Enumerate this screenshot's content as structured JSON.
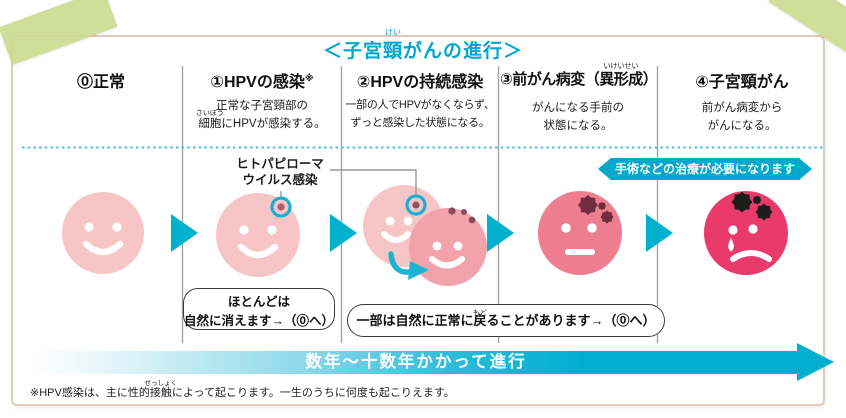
{
  "title": {
    "pre": "＜子宮",
    "ruby_base": "頸",
    "ruby_text": "けい",
    "post": "がんの進行＞"
  },
  "stages": [
    {
      "label": "⓪正常"
    },
    {
      "label": "①HPVの感染",
      "label_note": "※",
      "desc_pre": "正常な子宮頸部の",
      "desc_ruby_base": "細胞",
      "desc_ruby_text": "さいぼう",
      "desc_post": "にHPVが感染する。"
    },
    {
      "label": "②HPVの持続感染",
      "desc_line1": "一部の人でHPVがなくならず、",
      "desc_line2": "ずっと感染した状態になる。"
    },
    {
      "label_pre": "③前がん病変（",
      "label_ruby_base": "異形成",
      "label_ruby_text": "いけいせい",
      "label_post": "）",
      "desc_line1": "がんになる手前の",
      "desc_line2": "状態になる。"
    },
    {
      "label": "④子宮頸がん",
      "desc_line1": "前がん病変から",
      "desc_line2": "がんになる。"
    }
  ],
  "hpv_label": {
    "line1": "ヒトパピローマ",
    "line2": "ウイルス感染"
  },
  "banner": {
    "text": "手術などの治療が必要になります"
  },
  "bubble1": {
    "line1": "ほとんどは",
    "line2": "自然に消えます→（⓪へ）"
  },
  "bubble2": {
    "pre": "一部は自然に正常に",
    "ruby_base": "戻",
    "ruby_text": "もど",
    "post": "ることがあります→（⓪へ）"
  },
  "timeline": {
    "text": "数年〜十数年かかって進行"
  },
  "footnote": {
    "pre": "※HPV感染は、主に性的",
    "ruby_base": "接触",
    "ruby_text": "せっしょく",
    "post": "によって起こります。一生のうちに何度も起こりえます。"
  },
  "colors": {
    "accent_teal": "#00aecd",
    "face_light_pink": "#f8c5c6",
    "face_medium_pink": "#f1a2aa",
    "face_rose": "#ef7d90",
    "face_crimson": "#e93a6b",
    "spot_dark_maroon": "#6e2e3d",
    "spot_black": "#1d1d1b",
    "tape_green": "#cddc90",
    "card_border": "#e4cabb"
  }
}
